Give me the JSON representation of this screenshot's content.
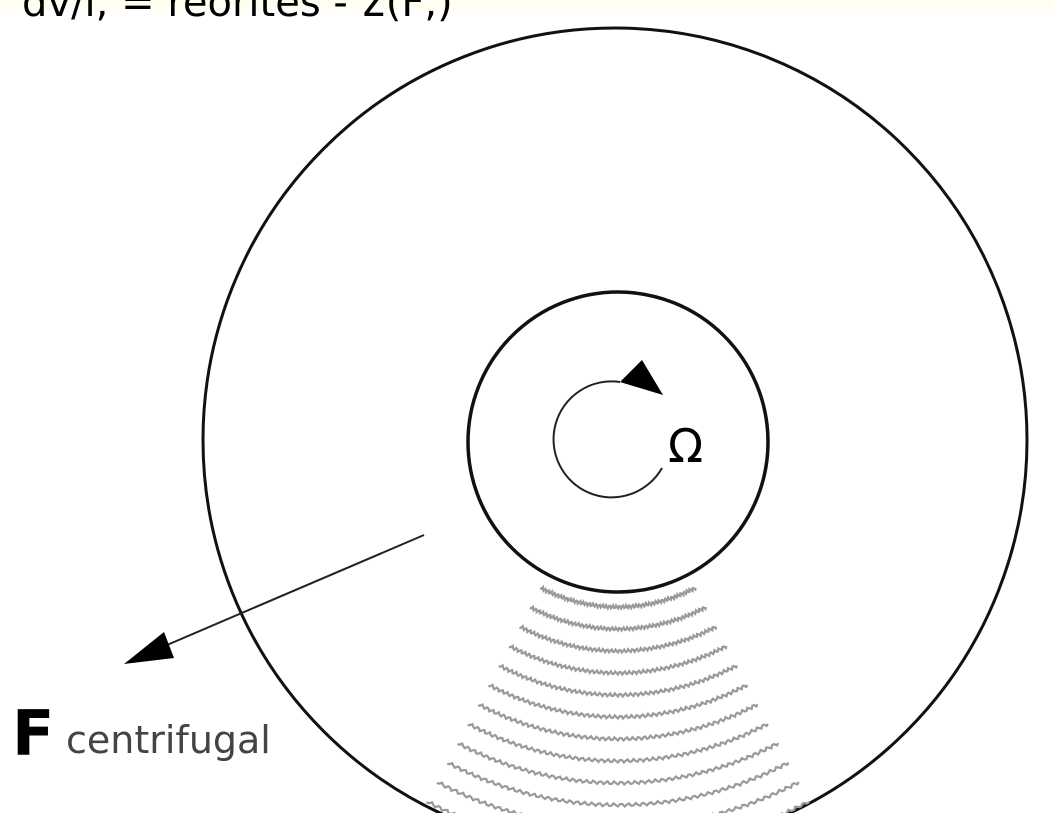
{
  "header": {
    "cropped_text": "dv/i, = reorites - Σ(F,)"
  },
  "diagram": {
    "omega_label": "Ω",
    "force_label": "F",
    "force_subscript": "centrifugal"
  }
}
